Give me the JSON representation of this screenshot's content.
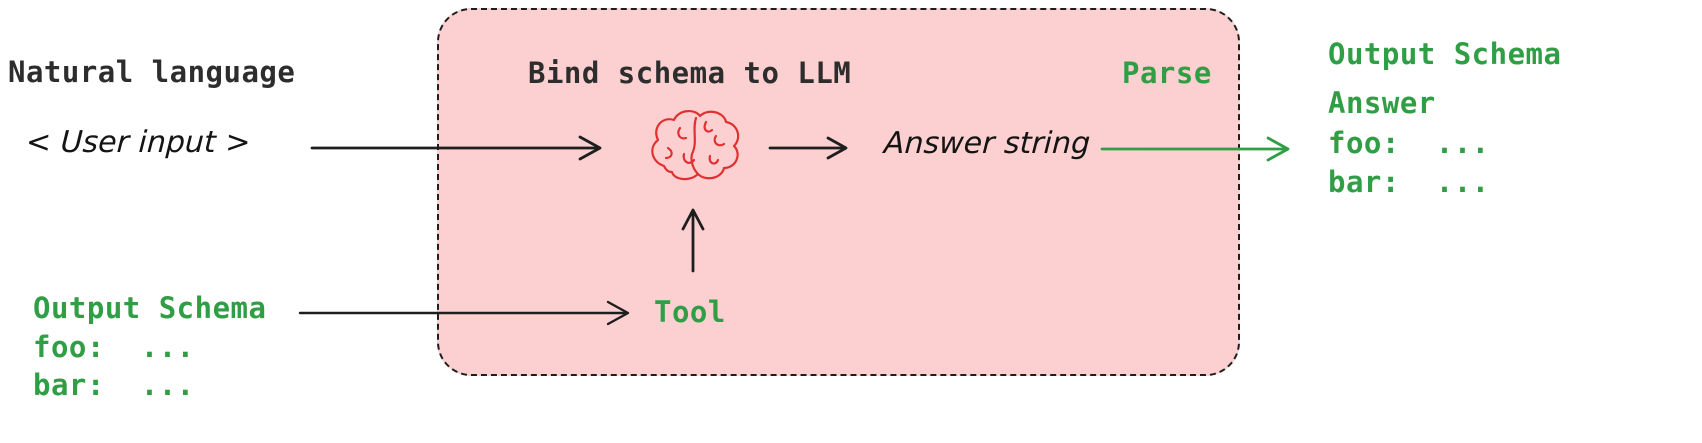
{
  "colors": {
    "green": "#2f9e44",
    "dark_text": "#2d2d2d",
    "pink_fill": "#fcd0d0",
    "brain_red": "#e03131",
    "arrow_black": "#1e1e1e"
  },
  "left": {
    "natural_language": "Natural language",
    "user_input": "< User input >",
    "schema_title": "Output Schema",
    "schema_foo": "foo:  ...",
    "schema_bar": "bar:  ..."
  },
  "box": {
    "title": "Bind schema to LLM",
    "parse": "Parse",
    "answer_string": "Answer string",
    "tool": "Tool"
  },
  "right": {
    "schema_title": "Output Schema",
    "answer": "Answer",
    "foo": "foo:  ...",
    "bar": "bar:  ..."
  },
  "icons": {
    "brain": "brain-icon"
  }
}
